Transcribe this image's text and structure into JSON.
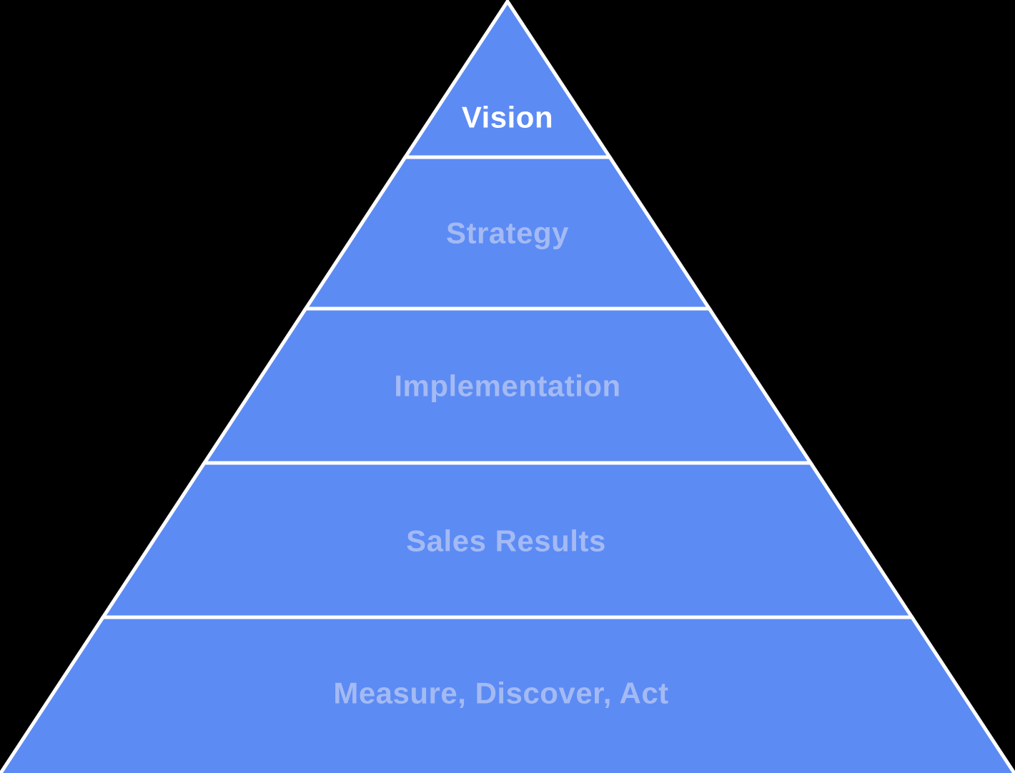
{
  "diagram": {
    "type": "pyramid",
    "levels": [
      {
        "label": "Vision",
        "text_style": "white"
      },
      {
        "label": "Strategy",
        "text_style": "light"
      },
      {
        "label": "Implementation",
        "text_style": "light"
      },
      {
        "label": "Sales Results",
        "text_style": "light"
      },
      {
        "label": "Measure, Discover, Act",
        "text_style": "light"
      }
    ],
    "colors": {
      "fill": "#5C8BF4",
      "outline": "#FFFFFF",
      "label_white": "#FFFFFF",
      "label_light": "#A4BAF3",
      "background": "#000000"
    }
  }
}
